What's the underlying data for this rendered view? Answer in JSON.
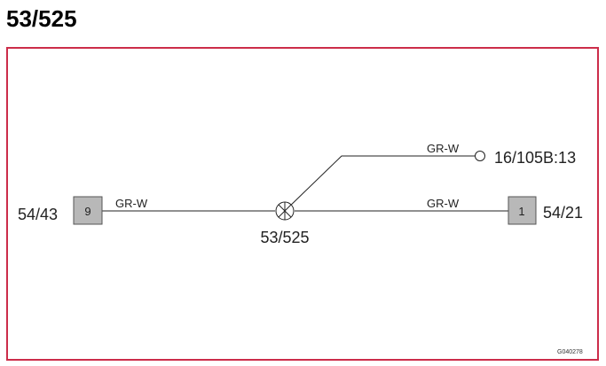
{
  "title": "53/525",
  "frame_color": "#cc2d4a",
  "pin_fill": "#b8b8b8",
  "left_connector": {
    "label": "54/43",
    "pin": "9",
    "wire_color": "GR-W"
  },
  "right_connector": {
    "label": "54/21",
    "pin": "1",
    "wire_color": "GR-W"
  },
  "splice": {
    "label": "53/525"
  },
  "branch": {
    "terminal_label": "16/105B:13",
    "wire_color": "GR-W"
  },
  "image_code": "G040278"
}
